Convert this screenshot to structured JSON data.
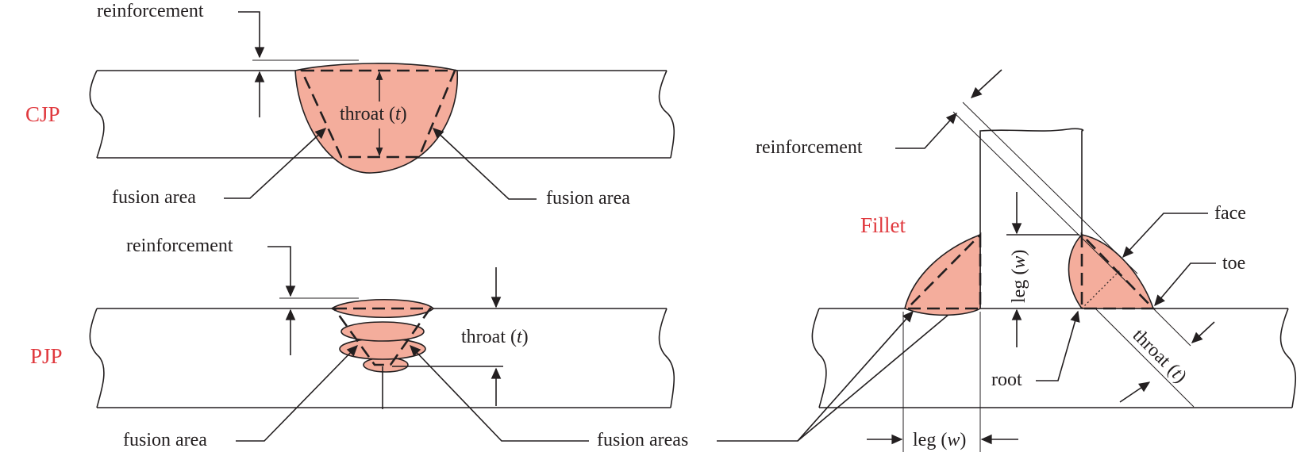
{
  "labels": {
    "cjp": "CJP",
    "pjp": "PJP",
    "fillet": "Fillet",
    "reinforcement": "reinforcement",
    "throat": "throat ",
    "t": "t",
    "fusion_area": "fusion area",
    "fusion_areas": "fusion areas",
    "leg": "leg ",
    "w": "w",
    "face": "face",
    "toe": "toe",
    "root": "root",
    "open_paren": "(",
    "close_paren": ")"
  },
  "colors": {
    "weld_fill": "#f4ad9c",
    "title_red": "#e0393e",
    "line": "#231f20"
  }
}
